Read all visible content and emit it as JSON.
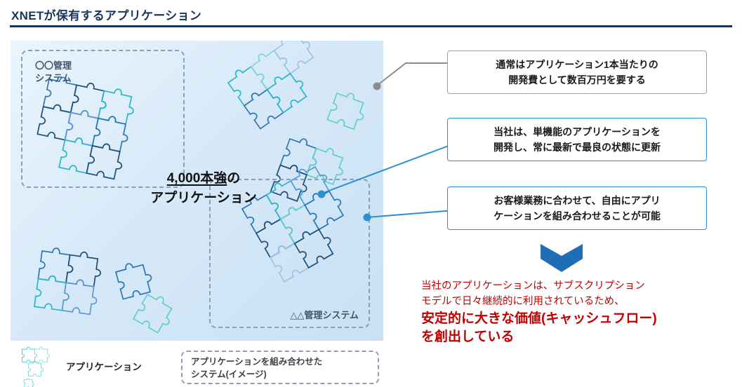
{
  "title": "XNETが保有するアプリケーション",
  "colors": {
    "navy": "#17365d",
    "accent_blue": "#2b8fd0",
    "connector_gray": "#8c8c8c",
    "arrow_blue": "#1f6db4",
    "red": "#c00000",
    "panel_bg": "#d7e9f8",
    "puzzle_palette": [
      "#1f4e79",
      "#2e75b6",
      "#5b9bd5",
      "#9dc3e6",
      "#2ab7ca",
      "#63cfc9",
      "#7fd8d0"
    ]
  },
  "panel": {
    "system1_label_line1": "〇〇管理",
    "system1_label_line2": "システム",
    "count_underlined": "4,000本強",
    "count_suffix": "の",
    "count_line2": "アプリケーション",
    "system2_label": "△△管理システム"
  },
  "callouts": [
    {
      "line1": "通常はアプリケーション1本当たりの",
      "line2": "開発費として数百万円を要する"
    },
    {
      "line1": "当社は、単機能のアプリケーションを",
      "line2": "開発し、常に最新で最良の状態に更新"
    },
    {
      "line1": "お客様業務に合わせて、自由にアプリ",
      "line2": "ケーションを組み合わせることが可能"
    }
  ],
  "conclusion": {
    "line1": "当社のアプリケーションは、サブスクリプション",
    "line2": "モデルで日々継続的に利用されているため、",
    "line3": "安定的に大きな価値(キャッシュフロー)",
    "line4": "を創出している"
  },
  "legend": {
    "application_label": "アプリケーション",
    "system_label_line1": "アプリケーションを組み合わせた",
    "system_label_line2": "システム(イメージ)"
  }
}
